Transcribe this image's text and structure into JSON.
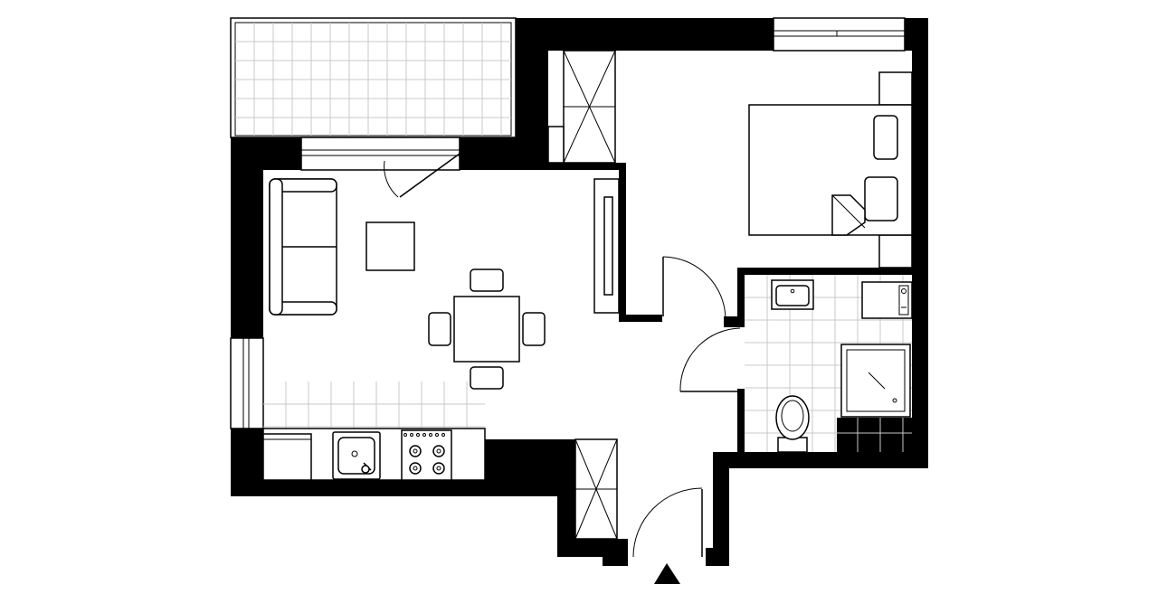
{
  "plan": {
    "colors": {
      "wall": "#000000",
      "background": "#ffffff",
      "tile_grid": "#c8c8c8"
    },
    "rooms": [
      "balcony",
      "living-room",
      "kitchen",
      "bedroom",
      "bathroom",
      "entrance-hall"
    ],
    "icons": [
      "entrance-arrow-icon"
    ]
  }
}
